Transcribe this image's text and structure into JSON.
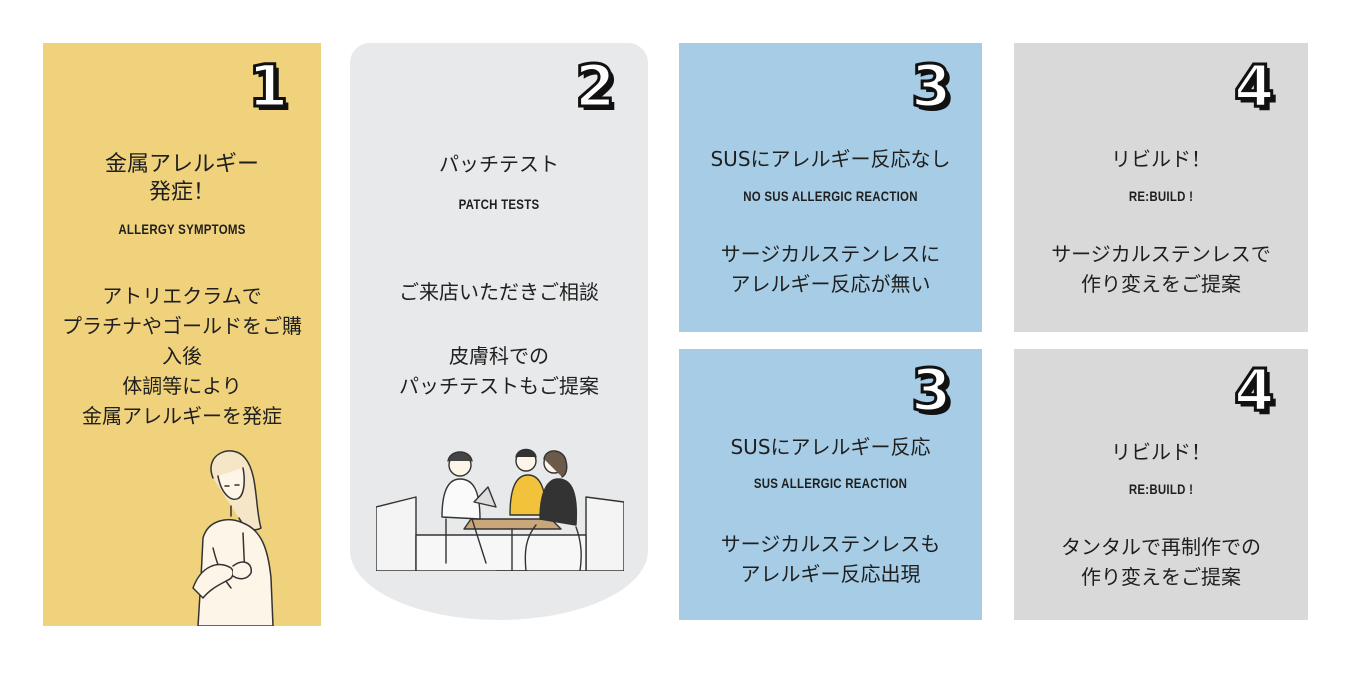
{
  "card1": {
    "number": "1",
    "title_line1": "金属アレルギー",
    "title_line2": "発症！",
    "subtitle": "ALLERGY SYMPTOMS",
    "body": [
      "アトリエクラムで",
      "プラチナやゴールドをご購",
      "入後",
      "体調等により",
      "金属アレルギーを発症"
    ]
  },
  "card2": {
    "number": "2",
    "title": "パッチテスト",
    "subtitle": "PATCH TESTS",
    "body1": "ご来店いただきご相談",
    "body2": [
      "皮膚科での",
      "パッチテストもご提案"
    ]
  },
  "card3a": {
    "number": "3",
    "title": "SUSにアレルギー反応なし",
    "subtitle": "NO SUS ALLERGIC REACTION",
    "body": [
      "サージカルステンレスに",
      "アレルギー反応が無い"
    ]
  },
  "card3b": {
    "number": "3",
    "title": "SUSにアレルギー反応",
    "subtitle": "SUS ALLERGIC REACTION",
    "body": [
      "サージカルステンレスも",
      "アレルギー反応出現"
    ]
  },
  "card4a": {
    "number": "4",
    "title": "リビルド！",
    "subtitle": "RE:BUILD !",
    "body": [
      "サージカルステンレスで",
      "作り変えをご提案"
    ]
  },
  "card4b": {
    "number": "4",
    "title": "リビルド！",
    "subtitle": "RE:BUILD !",
    "body": [
      "タンタルで再制作での",
      "作り変えをご提案"
    ]
  },
  "colors": {
    "card1": "#f0d27c",
    "card2": "#e8e9ea",
    "card3": "#a7cde6",
    "card4": "#d9d9d9"
  }
}
